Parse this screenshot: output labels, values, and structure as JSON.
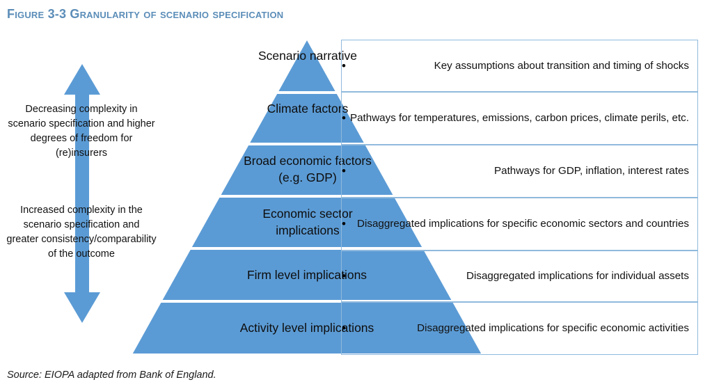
{
  "figure": {
    "title_prefix": "Figure 3-3 ",
    "title_main": "Granularity of scenario specification",
    "source": "Source: EIOPA adapted from Bank of England."
  },
  "colors": {
    "pyramid_blue": "#5B9BD5",
    "arrow_blue": "#5B9BD5",
    "box_border": "#8FB9DD",
    "title_blue": "#5B8DB8",
    "text_black": "#111111"
  },
  "arrow": {
    "icon": "double-headed-vertical-arrow",
    "captions": [
      "Decreasing complexity in scenario specification and higher degrees of freedom for (re)insurers",
      "Increased complexity in the scenario specification and greater consistency/comparability of the outcome"
    ]
  },
  "pyramid": {
    "tiers": [
      {
        "label": "Scenario narrative"
      },
      {
        "label": "Climate factors"
      },
      {
        "label": "Broad economic factors (e.g. GDP)"
      },
      {
        "label": "Economic sector implications"
      },
      {
        "label": "Firm level implications"
      },
      {
        "label": "Activity level implications"
      }
    ]
  },
  "bullets": [
    {
      "marker": "•",
      "text": "Key assumptions about transition and timing of shocks"
    },
    {
      "marker": "•",
      "text": "Pathways for temperatures, emissions, carbon prices, climate perils, etc."
    },
    {
      "marker": "•",
      "text": "Pathways for GDP, inflation, interest rates"
    },
    {
      "marker": "•",
      "text": "Disaggregated implications for specific economic sectors and countries"
    },
    {
      "marker": "•",
      "text": "Disaggregated implications for individual assets"
    },
    {
      "marker": "•",
      "text": "Disaggregated implications for specific economic activities"
    }
  ]
}
